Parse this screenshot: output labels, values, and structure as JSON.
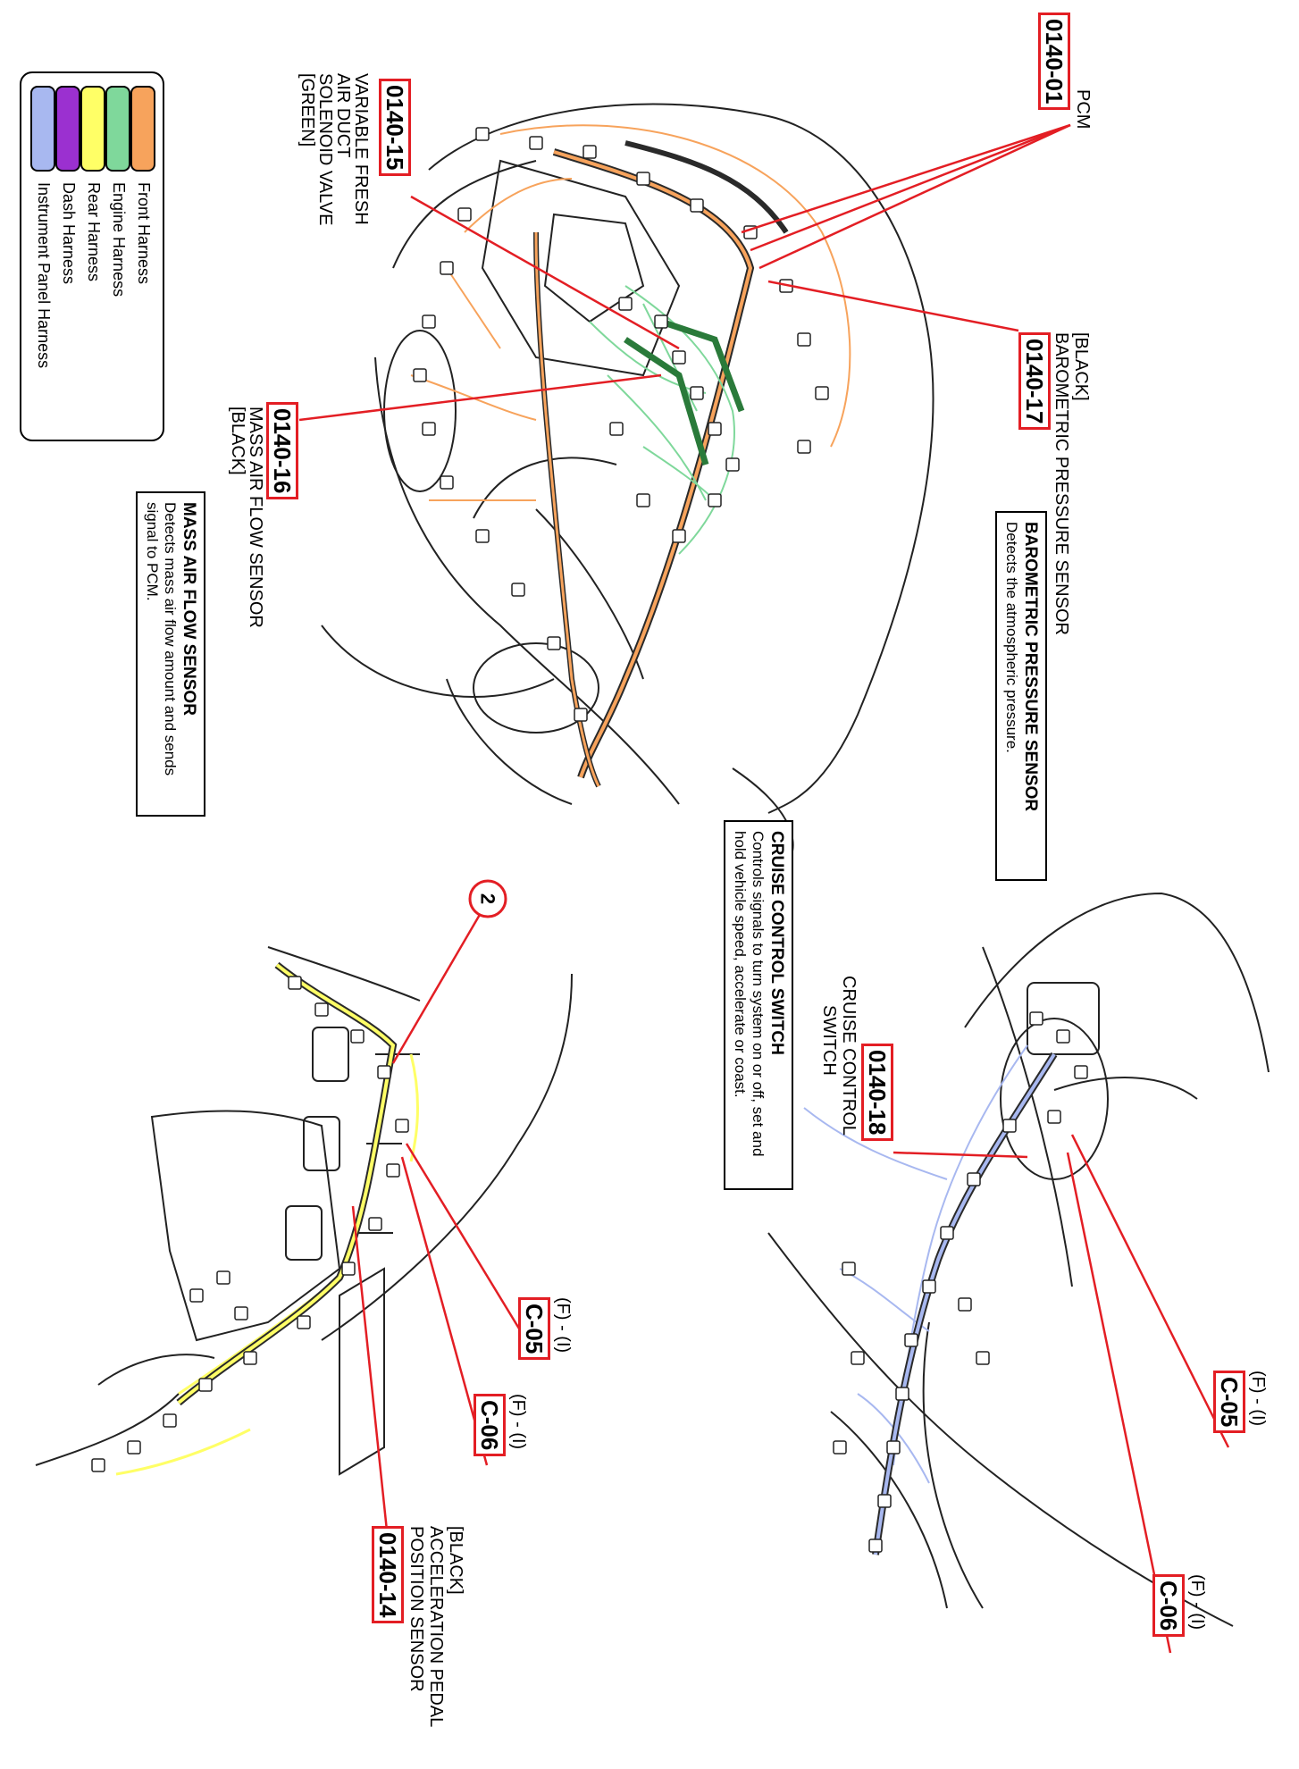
{
  "legend": {
    "items": [
      {
        "label": "Front Harness",
        "color": "#f7a35c"
      },
      {
        "label": "Engine Harness",
        "color": "#7fd89b"
      },
      {
        "label": "Rear Harness",
        "color": "#ffff66"
      },
      {
        "label": "Dash Harness",
        "color": "#9b30d0"
      },
      {
        "label": "Instrument Panel Harness",
        "color": "#a8b8f0"
      }
    ]
  },
  "callouts": {
    "pcm": {
      "code": "0140-01",
      "label": "PCM"
    },
    "baro": {
      "code": "0140-17",
      "label1": "[BLACK]",
      "label2": "BAROMETRIC PRESSURE SENSOR"
    },
    "vfad": {
      "code": "0140-15",
      "label1": "VARIABLE FRESH",
      "label2": "AIR DUCT",
      "label3": "SOLENOID VALVE",
      "label4": "[GREEN]"
    },
    "maf": {
      "code": "0140-16",
      "label1": "MASS AIR FLOW SENSOR",
      "label2": "[BLACK]"
    },
    "cruise": {
      "code": "0140-18",
      "label1": "CRUISE CONTROL",
      "label2": "SWITCH"
    },
    "c05_right": {
      "code": "C-05",
      "tag": "(F) - (I)"
    },
    "c06_right": {
      "code": "C-06",
      "tag": "(F) - (I)"
    },
    "c05_left": {
      "code": "C-05",
      "tag": "(F) - (I)"
    },
    "c06_left": {
      "code": "C-06",
      "tag": "(F) - (I)"
    },
    "app": {
      "code": "0140-14",
      "label1": "[BLACK]",
      "label2": "ACCELERATION PEDAL",
      "label3": "POSITION SENSOR"
    },
    "circle2": {
      "text": "2"
    }
  },
  "info_boxes": {
    "baro": {
      "title": "BAROMETRIC PRESSURE SENSOR",
      "body": "Detects the atmospheric pressure."
    },
    "maf": {
      "title": "MASS AIR FLOW SENSOR",
      "body": "Detects mass air flow amount and sends signal to PCM."
    },
    "cruise": {
      "title": "CRUISE CONTROL SWITCH",
      "body": "Controls signals to turn system on or off, set and hold vehicle speed, accelerate or coast."
    }
  },
  "colors": {
    "callout": "#e31e24",
    "front": "#f7a35c",
    "engine": "#7fd89b",
    "rear": "#ffff66",
    "ip": "#a8b8f0",
    "dark_harness": "#2a2a2a"
  }
}
